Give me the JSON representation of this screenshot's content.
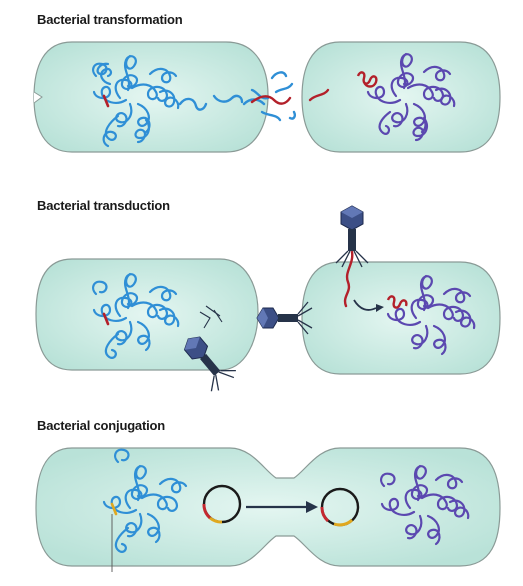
{
  "panels": [
    {
      "id": "transformation",
      "title": "Bacterial transformation"
    },
    {
      "id": "transduction",
      "title": "Bacterial transduction"
    },
    {
      "id": "conjugation",
      "title": "Bacterial conjugation"
    }
  ],
  "colors": {
    "cell_fill": "#c9ebe3",
    "cell_stroke": "#8a9a96",
    "donor_dna": "#2f8fd6",
    "recipient_dna": "#5b48b0",
    "transferred_dna": "#b3202a",
    "phage_head": "#3c4f86",
    "phage_tail": "#263349",
    "plasmid": "#1a1a1a",
    "plasmid_marker_red": "#c4282f",
    "plasmid_marker_orange": "#e0a81f"
  }
}
